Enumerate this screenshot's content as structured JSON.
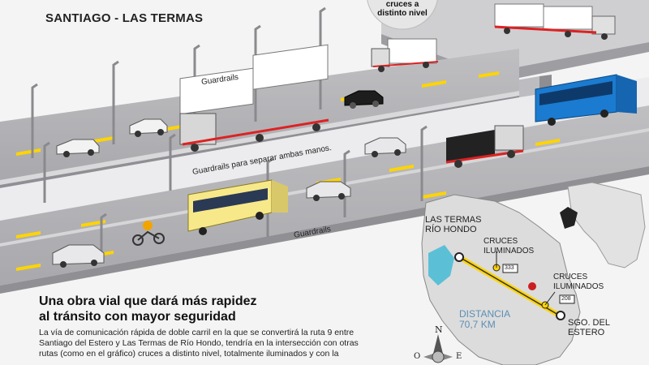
{
  "header": {
    "title": "SANTIAGO -  LAS TERMAS"
  },
  "callout": {
    "line1": "cruces a",
    "line2": "distinto nivel"
  },
  "labels": {
    "guardrails_top": "Guardrails",
    "guardrails_mid": "Guardrails para separar ambas manos.",
    "guardrails_bottom": "Guardrails"
  },
  "article": {
    "headline_line1": "Una obra vial que dará más rapidez",
    "headline_line2": "al tránsito con mayor seguridad",
    "body": "La vía de comunicación rápida de doble carril en la que se convertirá la ruta 9 entre Santiago del Estero y Las Termas de Río Hondo, tendría en la intersección con otras rutas (como en el gráfico) cruces a distinto nivel, totalmente iluminados y con la"
  },
  "map": {
    "origin": "LAS TERMAS\nRÍO HONDO",
    "crossing_1": "CRUCES\nILUMINADOS",
    "crossing_2": "CRUCES\nILUMINADOS",
    "route_333": "333",
    "route_208": "208",
    "distance": "DISTANCIA\n70,7 KM",
    "destination": "SGO. DEL\nESTERO",
    "compass_n": "N",
    "compass_o": "O",
    "compass_e": "E",
    "colors": {
      "highway": "#ffd400",
      "water": "#5bc0d6",
      "map_land": "#dcdcdc",
      "map_border": "#888888"
    }
  }
}
